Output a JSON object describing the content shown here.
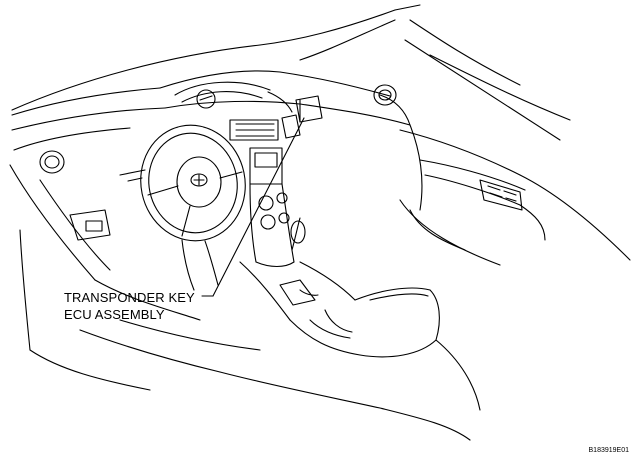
{
  "callout": {
    "line1": "TRANSPONDER KEY",
    "line2": "ECU ASSEMBLY"
  },
  "figure_code": "B183919E01"
}
